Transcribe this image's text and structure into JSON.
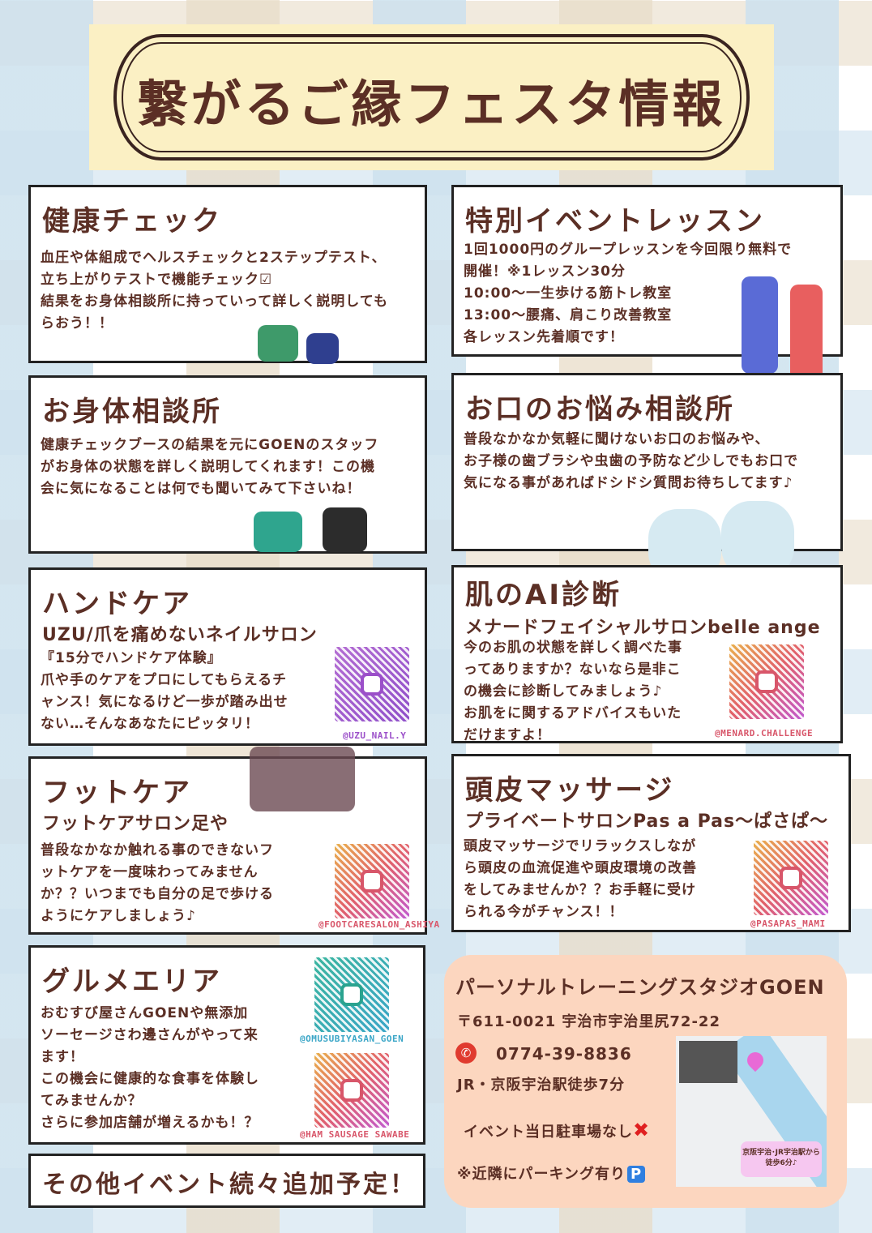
{
  "title": "繋がるご縁フェスタ情報",
  "cards": {
    "health": {
      "title": "健康チェック",
      "body": "血圧や体組成でヘルスチェックと2ステップテスト、\n立ち上がりテストで機能チェック☑\n結果をお身体相談所に持っていって詳しく説明しても\nらおう！！"
    },
    "consult": {
      "title": "お身体相談所",
      "body": "健康チェックブースの結果を元にGOENのスタッフ\nがお身体の状態を詳しく説明してくれます！この機\n会に気になることは何でも聞いてみて下さいね！"
    },
    "hand": {
      "title": "ハンドケア",
      "sub": "UZU/爪を痛めないネイルサロン",
      "body": "『15分でハンドケア体験』\n爪や手のケアをプロにしてもらえるチ\nャンス！気になるけど一歩が踏み出せ\nない…そんなあなたにピッタリ！",
      "handle": "@UZU_NAIL.Y"
    },
    "foot": {
      "title": "フットケア",
      "sub": "フットケアサロン足や",
      "body": "普段なかなか触れる事のできないフ\nットケアを一度味わってみません\nか？？いつまでも自分の足で歩ける\nようにケアしましょう♪",
      "handle": "@FOOTCARESALON_ASHIYA"
    },
    "gourmet": {
      "title": "グルメエリア",
      "body": "おむすび屋さんGOENや無添加\nソーセージさわ邊さんがやって来\nます！\nこの機会に健康的な食事を体験し\nてみませんか？\nさらに参加店舗が増えるかも！？",
      "handle1": "@OMUSUBIYASAN_GOEN",
      "handle2": "@HAM SAUSAGE SAWABE"
    },
    "more": {
      "title": "その他イベント続々追加予定！"
    },
    "lesson": {
      "title": "特別イベントレッスン",
      "body": "1回1000円のグループレッスンを今回限り無料で\n開催！※1レッスン30分\n10:00〜一生歩ける筋トレ教室\n13:00〜腰痛、肩こり改善教室\n各レッスン先着順です！"
    },
    "mouth": {
      "title": "お口のお悩み相談所",
      "body": "普段なかなか気軽に聞けないお口のお悩みや、\nお子様の歯ブラシや虫歯の予防など少しでもお口で\n気になる事があればドシドシ質問お待ちしてます♪"
    },
    "skin": {
      "title": "肌のAI診断",
      "sub": "メナードフェイシャルサロンbelle ange",
      "body": "今のお肌の状態を詳しく調べた事\nってありますか？ないなら是非こ\nの機会に診断してみましょう♪\nお肌をに関するアドバイスもいた\nだけますよ！",
      "handle": "@MENARD.CHALLENGE"
    },
    "scalp": {
      "title": "頭皮マッサージ",
      "sub": "プライベートサロンPas a Pas〜ぱさぱ〜",
      "body": "頭皮マッサージでリラックスしなが\nら頭皮の血流促進や頭皮環境の改善\nをしてみませんか？？お手軽に受け\nられる今がチャンス！！",
      "handle": "@PASAPAS_MAMI"
    }
  },
  "studio": {
    "name": "パーソナルトレーニングスタジオGOEN",
    "address": "〒611-0021 宇治市宇治里尻72-22",
    "phone": "0774-39-8836",
    "access": "JR・京阪宇治駅徒歩7分",
    "parking": "イベント当日駐車場なし",
    "nearby": "※近隣にパーキング有り",
    "map_note": "京阪宇治･JR宇治駅から\n徒歩6分♪"
  },
  "colors": {
    "text": "#5b2f25",
    "banner": "#fbf0c4",
    "studio": "#fcd6bf"
  }
}
